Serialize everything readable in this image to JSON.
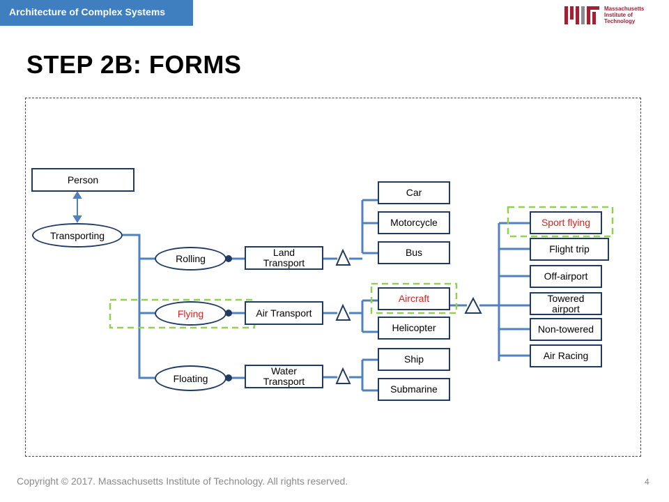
{
  "header": {
    "course": "Architecture of Complex Systems",
    "logo_lines": [
      "Massachusetts",
      "Institute of",
      "Technology"
    ]
  },
  "slide": {
    "title": "STEP 2B: FORMS"
  },
  "diagram": {
    "person": "Person",
    "transporting": "Transporting",
    "processes": {
      "rolling": "Rolling",
      "flying": "Flying",
      "floating": "Floating"
    },
    "forms": {
      "land": "Land Transport",
      "air": "Air Transport",
      "water": "Water Transport"
    },
    "land_types": [
      "Car",
      "Motorcycle",
      "Bus"
    ],
    "air_types": [
      "Aircraft",
      "Helicopter"
    ],
    "water_types": [
      "Ship",
      "Submarine"
    ],
    "aircraft_uses": [
      "Sport flying",
      "Flight trip",
      "Off-airport",
      "Towered airport",
      "Non-towered",
      "Air Racing"
    ]
  },
  "colors": {
    "header_bg": "#3f7fc0",
    "line": "#4f81bd",
    "box_border": "#1f3b64",
    "highlight_text": "#e0201b",
    "highlight_dash": "#92d050",
    "mit_red": "#a31f34"
  },
  "footer": {
    "copyright": "Copyright © 2017. Massachusetts Institute  of Technology.  All rights reserved.",
    "page": "4"
  }
}
